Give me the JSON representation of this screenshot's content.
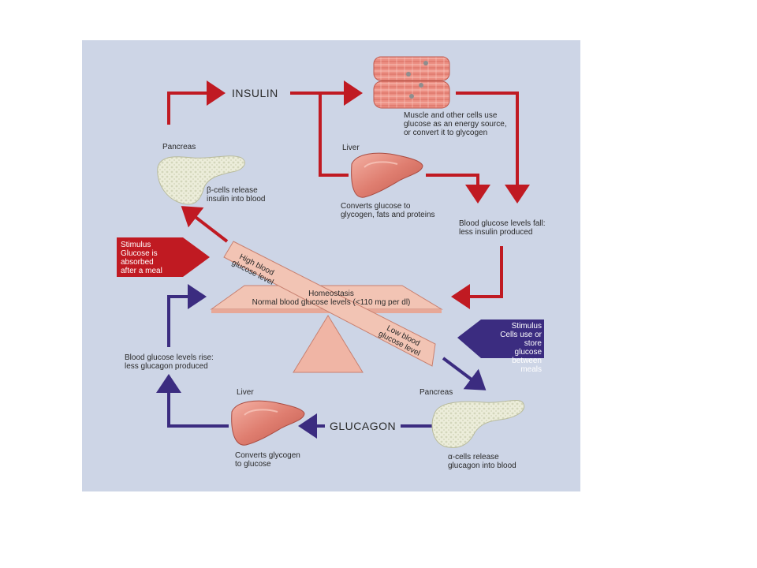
{
  "colors": {
    "panel": "#cdd5e6",
    "insulin_arrow": "#c01a22",
    "glucagon_arrow": "#3b2c80",
    "seesaw": "#f2c4b4",
    "seesaw_edge": "#c88070",
    "fulcrum": "#f0b5a5",
    "organ_liver": "#d9786a",
    "organ_pancreas": "#e8ead6",
    "muscle": "#e88a7e"
  },
  "icons": [
    "pancreas-illustration",
    "liver-illustration",
    "muscle-cells-illustration"
  ],
  "labels": {
    "insulin": "INSULIN",
    "glucagon": "GLUCAGON",
    "pancreas_top": "Pancreas",
    "beta_cells": "β-cells release\ninsulin into blood",
    "muscle_cells": "Muscle and other cells use\nglucose as an energy source,\nor convert it to glycogen",
    "liver_top": "Liver",
    "liver_top_desc": "Converts glucose to\nglycogen, fats and proteins",
    "bg_fall": "Blood glucose levels fall:\nless insulin produced",
    "stimulus_meal": "Stimulus\nGlucose is\nabsorbed\nafter a meal",
    "stimulus_between": "Stimulus\nCells use or store\nglucose between\nmeals",
    "high_blood": "High blood\nglucose level",
    "low_blood": "Low blood\nglucose level",
    "homeostasis": "Homeostasis\nNormal blood glucose levels (<110 mg per dl)",
    "bg_rise": "Blood glucose levels rise:\nless glucagon produced",
    "liver_bottom": "Liver",
    "liver_bottom_desc": "Converts glycogen\nto glucose",
    "pancreas_bottom": "Pancreas",
    "alpha_cells": "α-cells release\nglucagon into blood"
  }
}
